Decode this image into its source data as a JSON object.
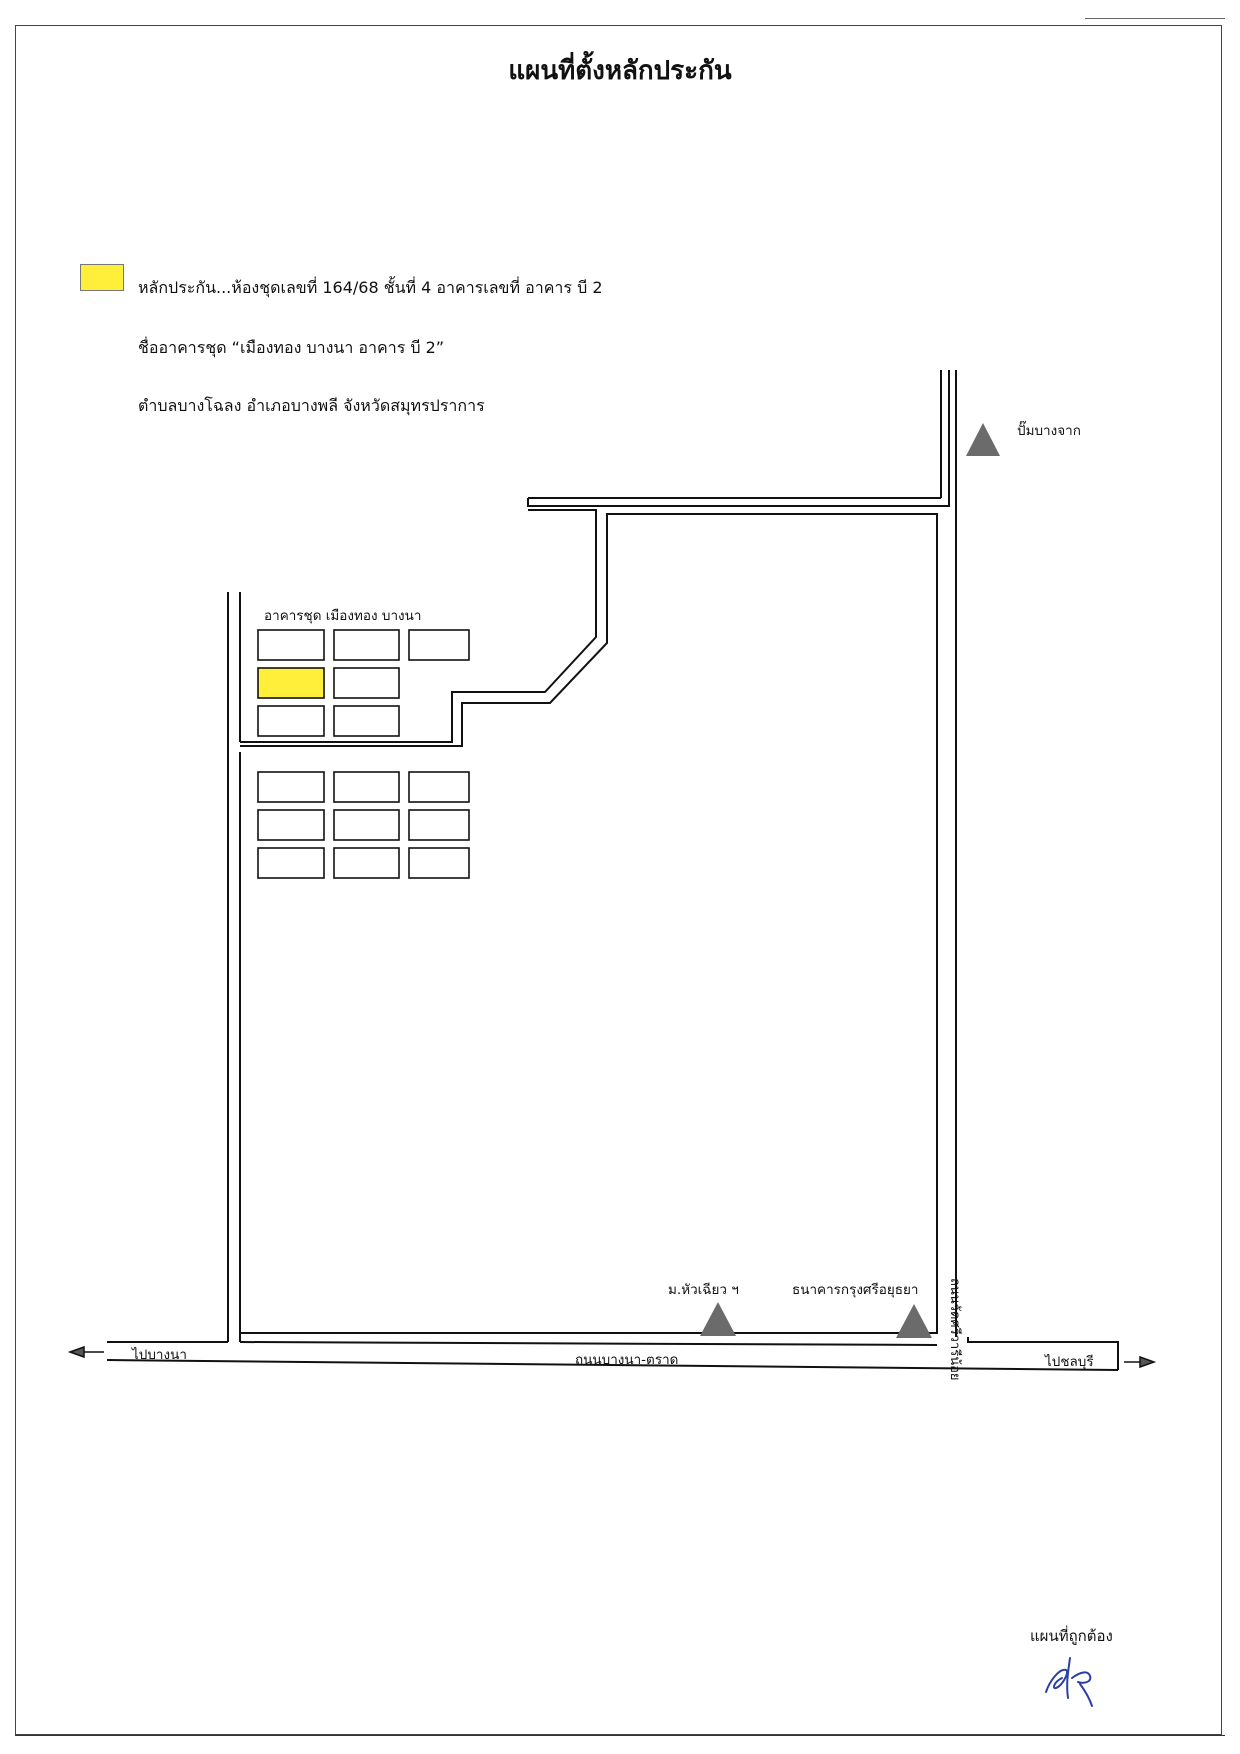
{
  "title": "แผนที่ตั้งหลักประกัน",
  "info": {
    "collateral": "หลักประกัน...ห้องชุดเลขที่  164/68  ชั้นที่ 4  อาคารเลขที่  อาคาร บี 2",
    "building_name": "ชื่ออาคารชุด “เมืองทอง บางนา อาคาร บี 2”",
    "location": "ตำบลบางโฉลง  อำเภอบางพลี  จังหวัดสมุทรปราการ"
  },
  "legend": {
    "swatch_color": "#ffef3a"
  },
  "labels": {
    "complex": "อาคารชุด เมืองทอง บางนา",
    "pump": "ปั๊มบางจาก",
    "mall": "ม.หัวเฉียว ฯ",
    "bank": "ธนาคารกรุงศรีอยุธยา",
    "left_destination": "ไปบางนา",
    "main_road": "ถนนบางนา-ตราด",
    "right_destination": "ไปชลบุรี",
    "side_road": "ถนนวัดศรีวารีน้อย",
    "certified": "แผนที่ถูกต้อง"
  },
  "icons": {
    "landmark": "triangle-landmark-icon",
    "arrow_left": "arrow-left-icon",
    "arrow_right": "arrow-right-icon"
  },
  "colors": {
    "highlight": "#ffef3a",
    "landmark": "#6b6b6b",
    "ink": "#111111"
  }
}
